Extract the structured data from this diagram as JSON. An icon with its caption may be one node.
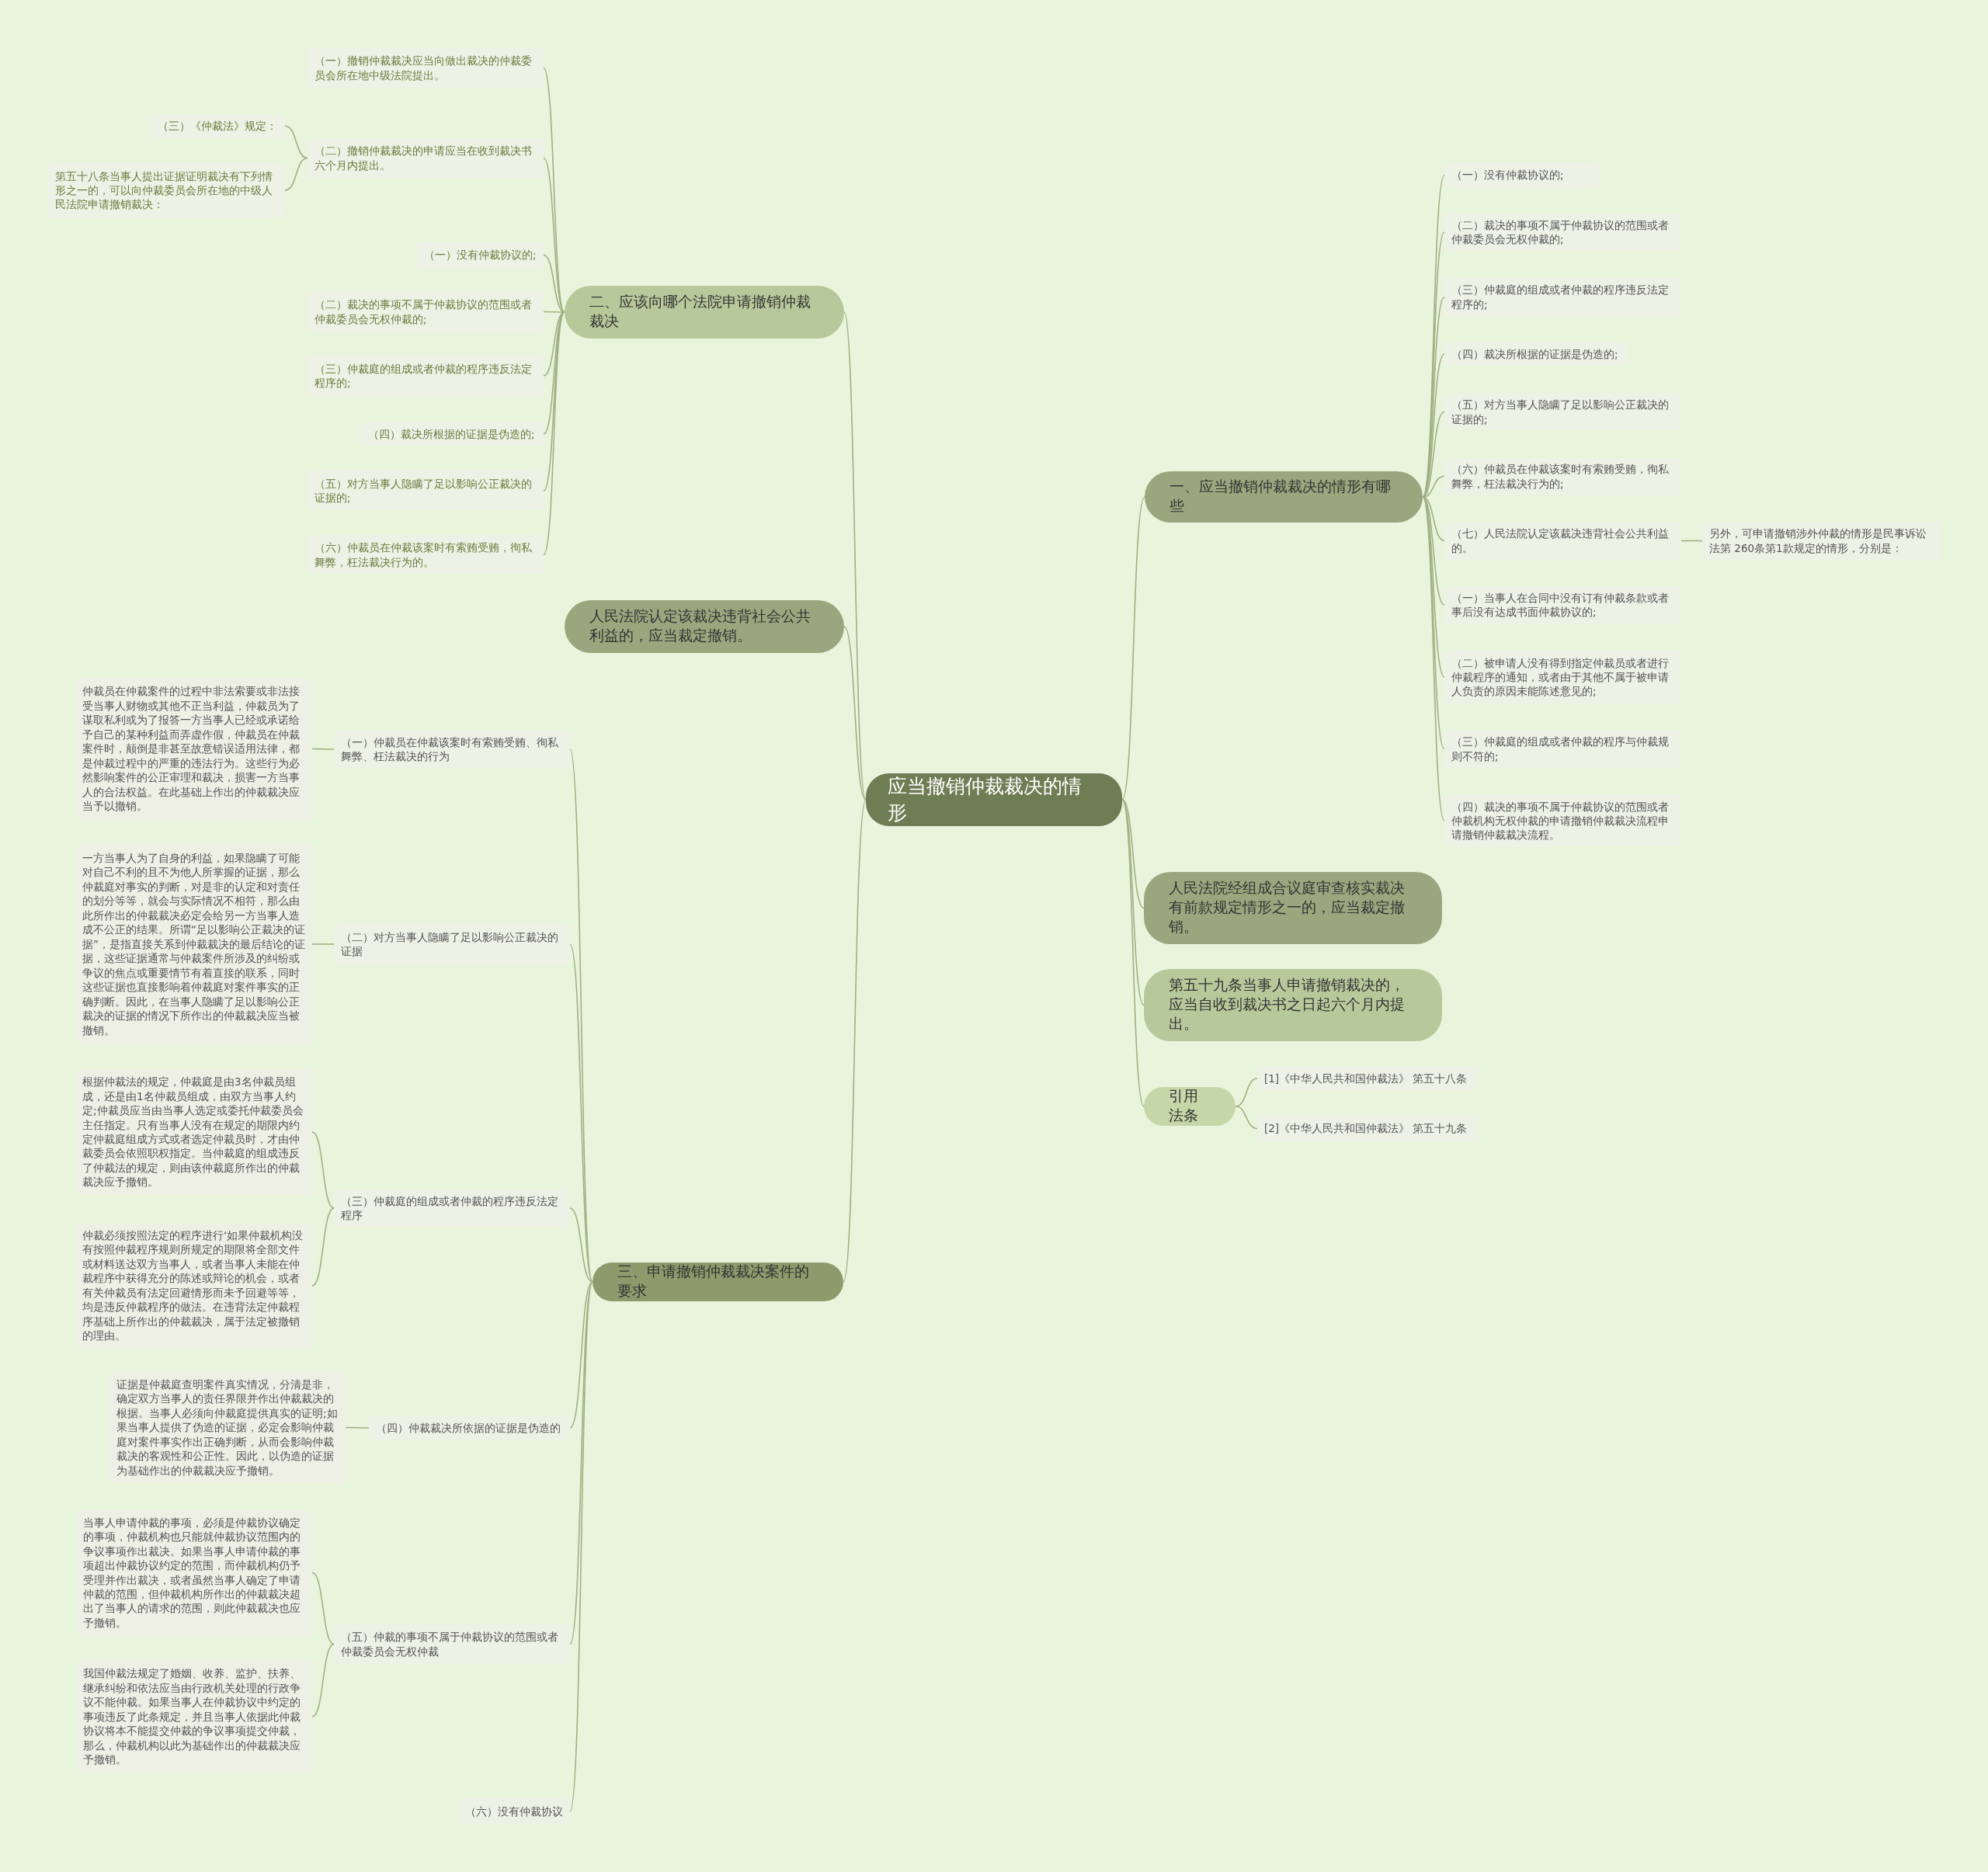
{
  "diagram": {
    "nodes": [
      {
        "text": [
          "应当撤销仲裁裁决的情形"
        ]
      },
      {
        "text": [
          "一、应当撤销仲裁裁决的情形有哪些"
        ]
      },
      {
        "text": [
          "（一）没有仲裁协议的;"
        ]
      },
      {
        "text": [
          "（二）裁决的事项不属于仲裁协议的范围或者仲裁委员会无权仲裁的;"
        ]
      },
      {
        "text": [
          "（三）仲裁庭的组成或者仲裁的程序违反法定程序的;"
        ]
      },
      {
        "text": [
          "（四）裁决所根据的证据是伪造的;"
        ]
      },
      {
        "text": [
          "（五）对方当事人隐瞒了足以影响公正裁决的证据的;"
        ]
      },
      {
        "text": [
          "（六）仲裁员在仲裁该案时有索贿受贿，徇私舞弊，枉法裁决行为的;"
        ]
      },
      {
        "text": [
          "（七）人民法院认定该裁决违背社会公共利益的。"
        ]
      },
      {
        "text": [
          "（一）当事人在合同中没有订有仲裁条款或者事后没有达成书面仲裁协议的;"
        ]
      },
      {
        "text": [
          "（二）被申请人没有得到指定仲裁员或者进行仲裁程序的通知，或者由于其他不属于被申请人负责的原因未能陈述意见的;"
        ]
      },
      {
        "text": [
          "（三）仲裁庭的组成或者仲裁的程序与仲裁规则不符的;"
        ]
      },
      {
        "text": [
          "（四）裁决的事项不属于仲裁协议的范围或者仲裁机构无权仲裁的申请撤销仲裁裁决流程申请撤销仲裁裁决流程。"
        ]
      },
      {
        "text": [
          "另外，可申请撤销涉外仲裁的情形是民事诉讼法第 260条第1款规定的情形，分别是："
        ]
      },
      {
        "text": [
          "人民法院经组成合议庭审查核实裁决有前款规定情形之一的，应当裁定撤销。"
        ]
      },
      {
        "text": [
          "第五十九条当事人申请撤销裁决的，应当自收到裁决书之日起六个月内提出。"
        ]
      },
      {
        "text": [
          "引用法条"
        ]
      },
      {
        "text": [
          "[1]《中华人民共和国仲裁法》 第五十八条"
        ]
      },
      {
        "text": [
          "[2]《中华人民共和国仲裁法》 第五十九条"
        ]
      },
      {
        "text": [
          "二、应该向哪个法院申请撤销仲裁裁决"
        ]
      },
      {
        "text": [
          "（一）撤销仲裁裁决应当向做出裁决的仲裁委员会所在地中级法院提出。"
        ]
      },
      {
        "text": [
          "（二）撤销仲裁裁决的申请应当在收到裁决书六个月内提出。"
        ]
      },
      {
        "text": [
          "（三）《仲裁法》规定："
        ]
      },
      {
        "text": [
          "第五十八条当事人提出证据证明裁决有下列情形之一的，可以向仲裁委员会所在地的中级人民法院申请撤销裁决："
        ]
      },
      {
        "text": [
          "（一）没有仲裁协议的;"
        ]
      },
      {
        "text": [
          "（二）裁决的事项不属于仲裁协议的范围或者仲裁委员会无权仲裁的;"
        ]
      },
      {
        "text": [
          "（三）仲裁庭的组成或者仲裁的程序违反法定程序的;"
        ]
      },
      {
        "text": [
          "（四）裁决所根据的证据是伪造的;"
        ]
      },
      {
        "text": [
          "（五）对方当事人隐瞒了足以影响公正裁决的证据的;"
        ]
      },
      {
        "text": [
          "（六）仲裁员在仲裁该案时有索贿受贿，徇私舞弊，枉法裁决行为的。"
        ]
      },
      {
        "text": [
          "人民法院认定该裁决违背社会公共利益的，应当裁定撤销。"
        ]
      },
      {
        "text": [
          "三、申请撤销仲裁裁决案件的要求"
        ]
      },
      {
        "text": [
          "（一）仲裁员在仲裁该案时有索贿受贿、徇私舞弊、枉法裁决的行为"
        ]
      },
      {
        "text": [
          "仲裁员在仲裁案件的过程中非法索要或非法接受当事人财物或其他不正当利益，仲裁员为了谋取私利或为了报答一方当事人已经或承诺给予自己的某种利益而弄虚作假，仲裁员在仲裁案件时，颠倒是非甚至故意错误适用法律，都是仲裁过程中的严重的违法行为。这些行为必然影响案件的公正审理和裁决，损害一方当事人的合法权益。在此基础上作出的仲裁裁决应当予以撤销。"
        ]
      },
      {
        "text": [
          "（二）对方当事人隐瞒了足以影响公正裁决的证据"
        ]
      },
      {
        "text": [
          "一方当事人为了自身的利益，如果隐瞒了可能对自己不利的且不为他人所掌握的证据，那么仲裁庭对事实的判断，对是非的认定和对责任的划分等等，就会与实际情况不相符，那么由此所作出的仲裁裁决必定会给另一方当事人造成不公正的结果。所谓“足以影响公正裁决的证据”，是指直接关系到仲裁裁决的最后结论的证据，这些证据通常与仲裁案件所涉及的纠纷或争议的焦点或重要情节有着直接的联系，同时这些证据也直接影响着仲裁庭对案件事实的正确判断。因此，在当事人隐瞒了足以影响公正裁决的证据的情况下所作出的仲裁裁决应当被撤销。"
        ]
      },
      {
        "text": [
          "（三）仲裁庭的组成或者仲裁的程序违反法定程序"
        ]
      },
      {
        "text": [
          "根据仲裁法的规定，仲裁庭是由3名仲裁员组成，还是由1名仲裁员组成，由双方当事人约定;仲裁员应当由当事人选定或委托仲裁委员会主任指定。只有当事人没有在规定的期限内约定仲裁庭组成方式或者选定仲裁员时，才由仲裁委员会依照职权指定。当仲裁庭的组成违反了仲裁法的规定，则由该仲裁庭所作出的仲裁裁决应予撤销。"
        ]
      },
      {
        "text": [
          "仲裁必须按照法定的程序进行‘如果仲裁机构没有按照仲裁程序规则所规定的期限将全部文件或材料送达双方当事人，或者当事人未能在仲裁程序中获得充分的陈述或辩论的机会，或者有关仲裁员有法定回避情形而未予回避等等，均是违反仲裁程序的做法。在违背法定仲裁程序基础上所作出的仲裁裁决，属于法定被撤销的理由。"
        ]
      },
      {
        "text": [
          "（四）仲裁裁决所依据的证据是伪造的"
        ]
      },
      {
        "text": [
          "证据是仲裁庭查明案件真实情况，分清是非，确定双方当事人的责任界限并作出仲裁裁决的根据。当事人必须向仲裁庭提供真实的证明;如果当事人提供了伪造的证据，必定会影响仲裁庭对案件事实作出正确判断，从而会影响仲裁裁决的客观性和公正性。因此，以伪造的证据为基础作出的仲裁裁决应予撤销。"
        ]
      },
      {
        "text": [
          "（五）仲裁的事项不属于仲裁协议的范围或者仲裁委员会无权仲裁"
        ]
      },
      {
        "text": [
          "当事人申请仲裁的事项，必须是仲裁协议确定的事项，仲裁机构也只能就仲裁协议范围内的争议事项作出裁决。如果当事人申请仲裁的事项超出仲裁协议约定的范围，而仲裁机构仍予受理并作出裁决，或者虽然当事人确定了申请仲裁的范围，但仲裁机构所作出的仲裁裁决超出了当事人的请求的范围，则此仲裁裁决也应予撤销。"
        ]
      },
      {
        "text": [
          "我国仲裁法规定了婚姻、收养、监护、扶养、继承纠纷和依法应当由行政机关处理的行政争议不能仲裁。如果当事人在仲裁协议中约定的事项违反了此条规定，并且当事人依据此仲裁协议将本不能提交仲裁的争议事项提交仲裁，那么，仲裁机构以此为基础作出的仲裁裁决应予撤销。"
        ]
      },
      {
        "text": [
          "（六）没有仲裁协议"
        ]
      }
    ],
    "edges": [
      {
        "from": 0,
        "to": 1,
        "arrow": "none"
      },
      {
        "from": 1,
        "to": 2,
        "arrow": "none"
      },
      {
        "from": 1,
        "to": 3,
        "arrow": "none"
      },
      {
        "from": 1,
        "to": 4,
        "arrow": "none"
      },
      {
        "from": 1,
        "to": 5,
        "arrow": "none"
      },
      {
        "from": 1,
        "to": 6,
        "arrow": "none"
      },
      {
        "from": 1,
        "to": 7,
        "arrow": "none"
      },
      {
        "from": 1,
        "to": 8,
        "arrow": "none"
      },
      {
        "from": 1,
        "to": 9,
        "arrow": "none"
      },
      {
        "from": 1,
        "to": 10,
        "arrow": "none"
      },
      {
        "from": 1,
        "to": 11,
        "arrow": "none"
      },
      {
        "from": 1,
        "to": 12,
        "arrow": "none"
      },
      {
        "from": 8,
        "to": 13,
        "arrow": "none"
      },
      {
        "from": 0,
        "to": 14,
        "arrow": "none"
      },
      {
        "from": 0,
        "to": 15,
        "arrow": "none"
      },
      {
        "from": 0,
        "to": 16,
        "arrow": "none"
      },
      {
        "from": 16,
        "to": 17,
        "arrow": "none"
      },
      {
        "from": 16,
        "to": 18,
        "arrow": "none"
      },
      {
        "from": 0,
        "to": 19,
        "arrow": "none"
      },
      {
        "from": 19,
        "to": 20,
        "arrow": "none"
      },
      {
        "from": 19,
        "to": 21,
        "arrow": "none"
      },
      {
        "from": 21,
        "to": 22,
        "arrow": "none"
      },
      {
        "from": 21,
        "to": 23,
        "arrow": "none"
      },
      {
        "from": 19,
        "to": 24,
        "arrow": "none"
      },
      {
        "from": 19,
        "to": 25,
        "arrow": "none"
      },
      {
        "from": 19,
        "to": 26,
        "arrow": "none"
      },
      {
        "from": 19,
        "to": 27,
        "arrow": "none"
      },
      {
        "from": 19,
        "to": 28,
        "arrow": "none"
      },
      {
        "from": 19,
        "to": 29,
        "arrow": "none"
      },
      {
        "from": 0,
        "to": 30,
        "arrow": "none"
      },
      {
        "from": 0,
        "to": 31,
        "arrow": "none"
      },
      {
        "from": 31,
        "to": 32,
        "arrow": "none"
      },
      {
        "from": 32,
        "to": 33,
        "arrow": "none"
      },
      {
        "from": 31,
        "to": 34,
        "arrow": "none"
      },
      {
        "from": 34,
        "to": 35,
        "arrow": "none"
      },
      {
        "from": 31,
        "to": 36,
        "arrow": "none"
      },
      {
        "from": 36,
        "to": 37,
        "arrow": "none"
      },
      {
        "from": 36,
        "to": 38,
        "arrow": "none"
      },
      {
        "from": 31,
        "to": 39,
        "arrow": "none"
      },
      {
        "from": 39,
        "to": 40,
        "arrow": "none"
      },
      {
        "from": 31,
        "to": 41,
        "arrow": "none"
      },
      {
        "from": 41,
        "to": 42,
        "arrow": "none"
      },
      {
        "from": 41,
        "to": 43,
        "arrow": "none"
      },
      {
        "from": 31,
        "to": 44,
        "arrow": "none"
      }
    ]
  }
}
